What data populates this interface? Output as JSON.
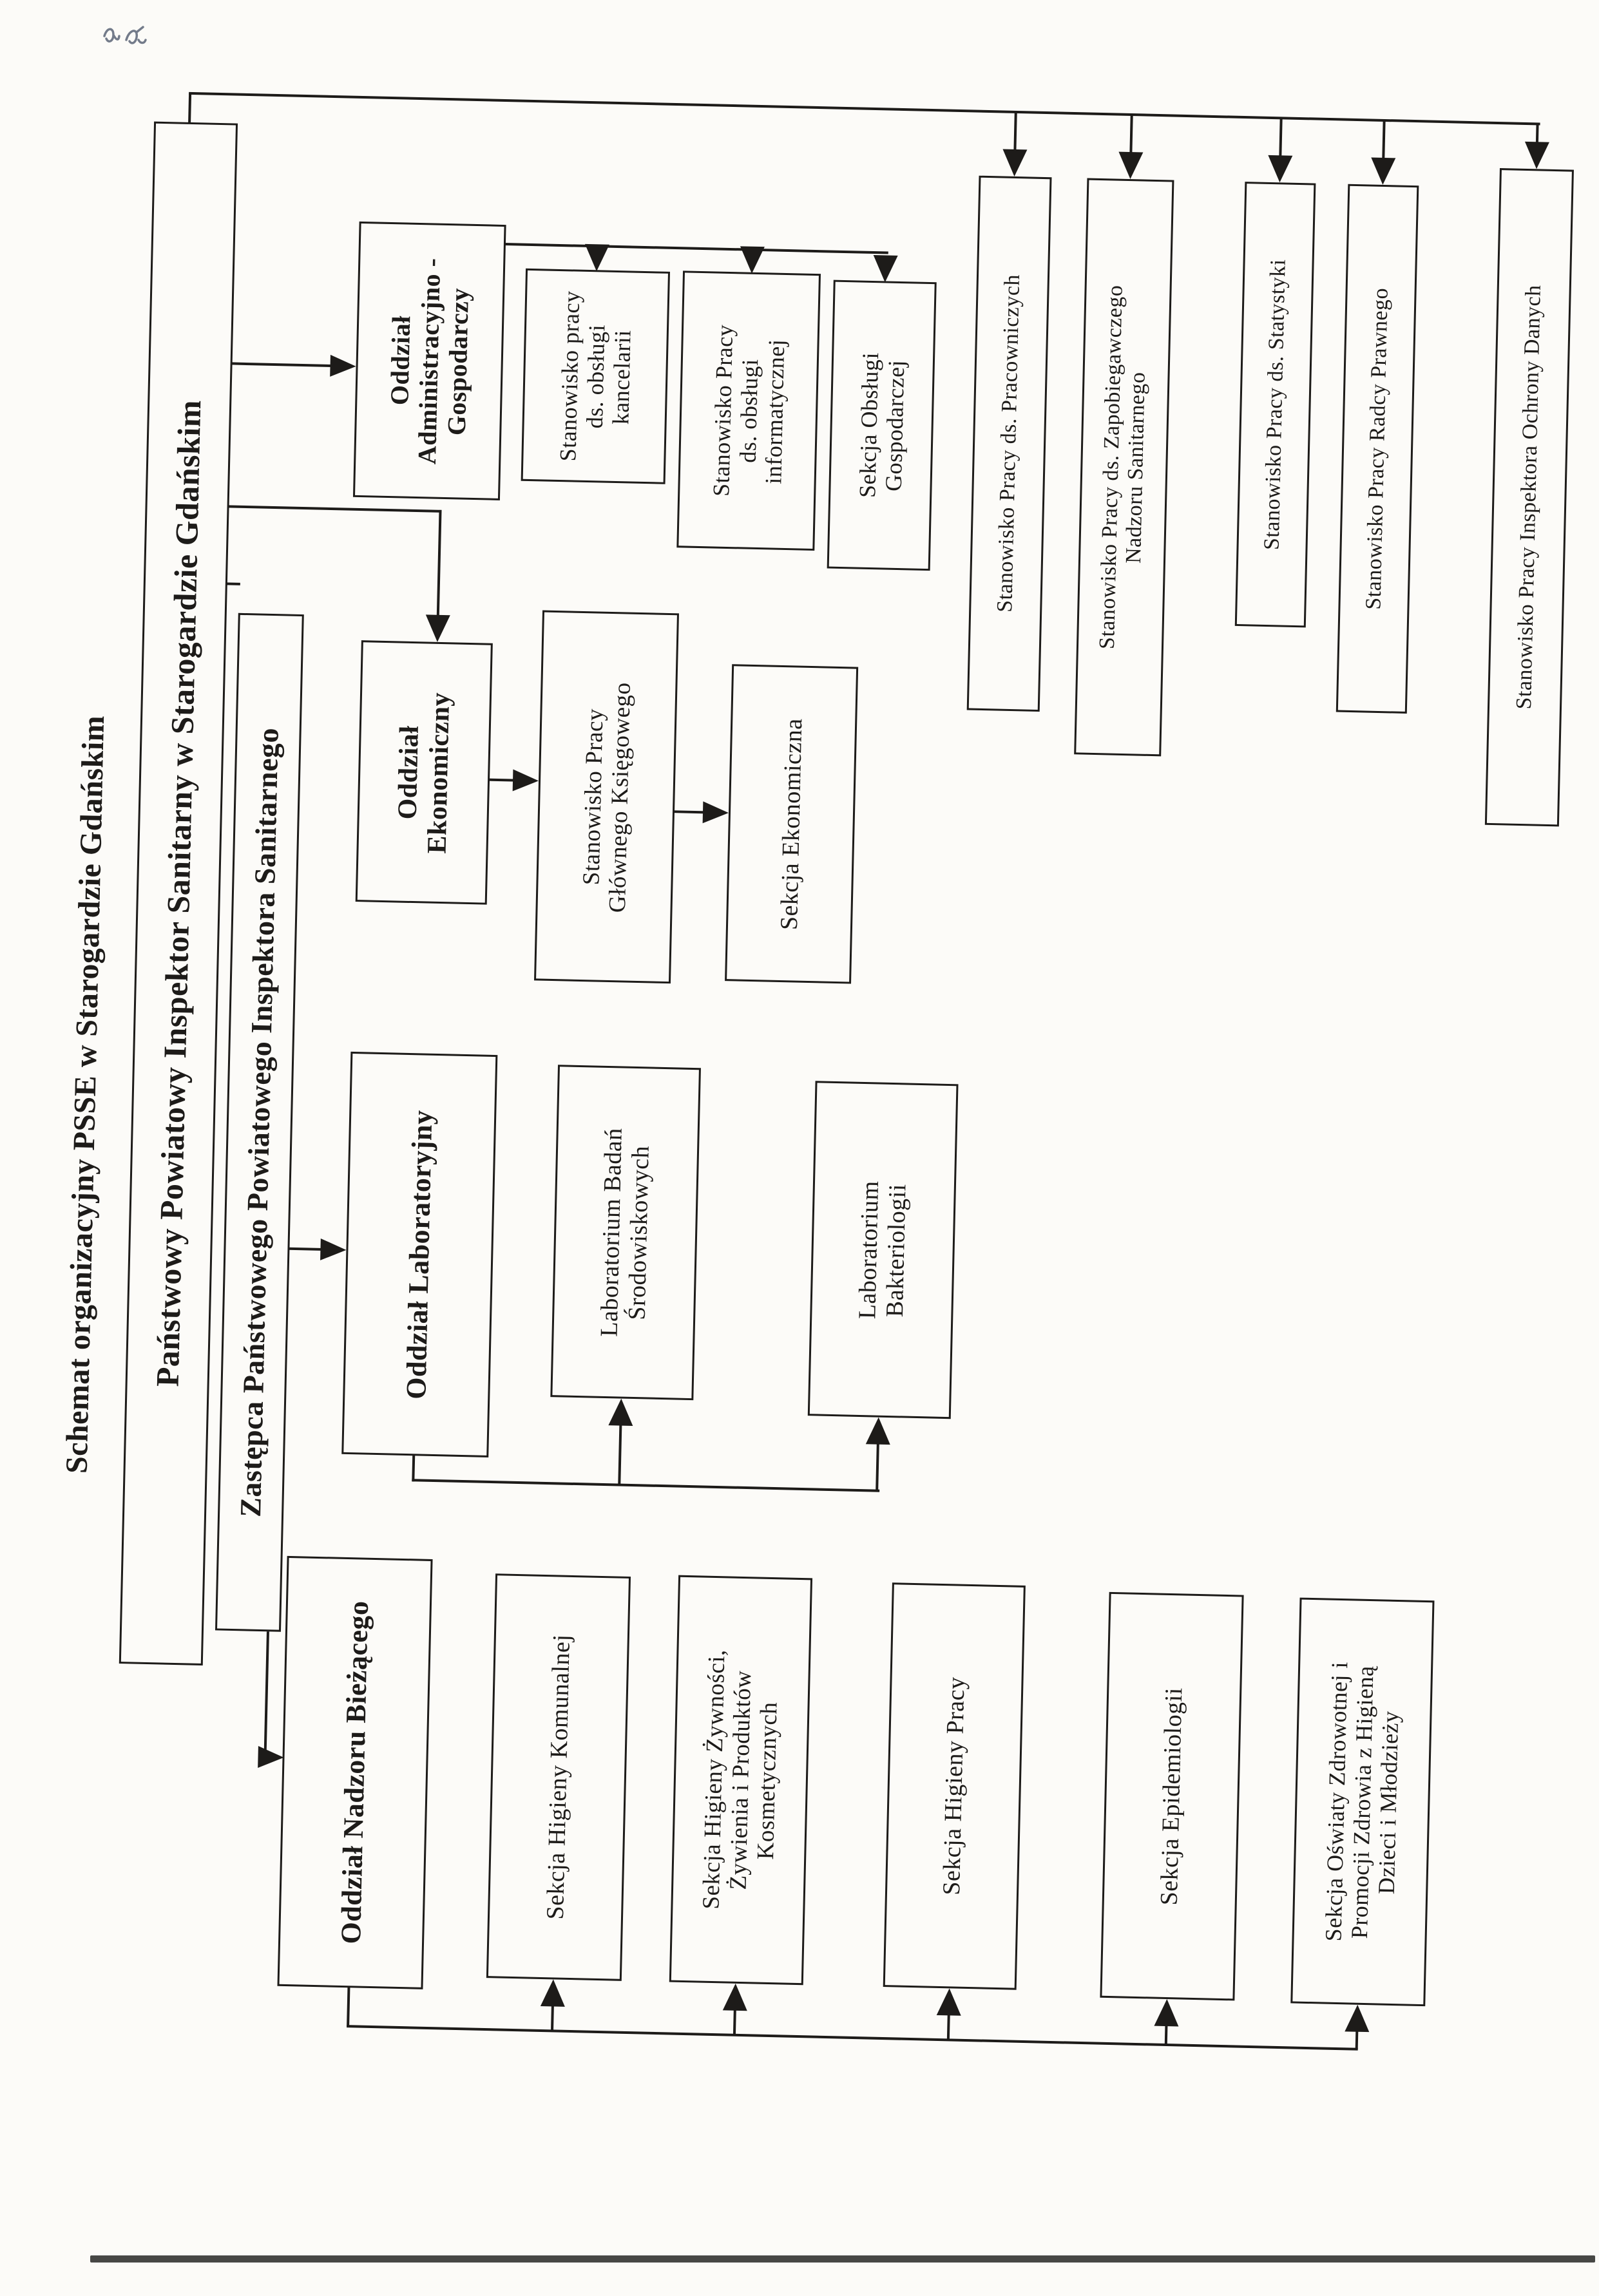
{
  "document": {
    "title": "Schemat organizacyjny PSSE w Starogardzie Gdańskim",
    "language": "pl",
    "type": "organizational-chart-scan"
  },
  "colors": {
    "ink": "#1d1b19",
    "paper": "#fcfbf8",
    "pen": "#5c6577"
  },
  "nodes": {
    "ppis": {
      "label": "Państwowy Powiatowy Inspektor Sanitarny w Starogardzie Gdańskim"
    },
    "zastepca": {
      "label": "Zastępca Państwowego Powiatowego Inspektora Sanitarnego"
    },
    "admin": {
      "label": "Oddział\nAdministracyjno -\nGospodarczy"
    },
    "kancelaria": {
      "label": "Stanowisko pracy\nds. obsługi\nkancelarii"
    },
    "informatyka": {
      "label": "Stanowisko Pracy\nds. obsługi\ninformatycznej"
    },
    "gospodarcza": {
      "label": "Sekcja Obsługi\nGospodarczej"
    },
    "ekonomiczny": {
      "label": "Oddział\nEkonomiczny"
    },
    "ksiegowy": {
      "label": "Stanowisko Pracy\nGłównego Księgowego"
    },
    "sekcja_ekonomiczna": {
      "label": "Sekcja Ekonomiczna"
    },
    "laboratoryjny": {
      "label": "Oddział Laboratoryjny"
    },
    "lab_srodowiskowe": {
      "label": "Laboratorium Badań\nŚrodowiskowych"
    },
    "lab_bakteriologia": {
      "label": "Laboratorium\nBakteriologii"
    },
    "nadzor": {
      "label": "Oddział Nadzoru Bieżącego"
    },
    "hig_komunalna": {
      "label": "Sekcja Higieny Komunalnej"
    },
    "hig_zywnosci": {
      "label": "Sekcja Higieny Żywności,\nŻywienia i Produktów\nKosmetycznych"
    },
    "hig_pracy": {
      "label": "Sekcja Higieny Pracy"
    },
    "epidemiologia": {
      "label": "Sekcja Epidemiologii"
    },
    "oswiata": {
      "label": "Sekcja Oświaty Zdrowotnej i\nPromocji Zdrowia z Higieną\nDzieci i Młodzieży"
    },
    "st_pracownicze": {
      "label": "Stanowisko Pracy ds. Pracowniczych"
    },
    "st_zapobiegawczy": {
      "label": "Stanowisko Pracy ds. Zapobiegawczego\nNadzoru Sanitarnego"
    },
    "st_statystyka": {
      "label": "Stanowisko Pracy ds. Statystyki"
    },
    "st_radca": {
      "label": "Stanowisko Pracy Radcy Prawnego"
    },
    "st_iod": {
      "label": "Stanowisko Pracy Inspektora Ochrony Danych"
    }
  },
  "edges": [
    {
      "from": "ppis",
      "to": "zastepca"
    },
    {
      "from": "ppis",
      "to": "admin"
    },
    {
      "from": "ppis",
      "to": "ekonomiczny"
    },
    {
      "from": "ppis",
      "to": "st_pracownicze"
    },
    {
      "from": "ppis",
      "to": "st_zapobiegawczy"
    },
    {
      "from": "ppis",
      "to": "st_statystyka"
    },
    {
      "from": "ppis",
      "to": "st_radca"
    },
    {
      "from": "ppis",
      "to": "st_iod"
    },
    {
      "from": "admin",
      "to": "kancelaria"
    },
    {
      "from": "admin",
      "to": "informatyka"
    },
    {
      "from": "admin",
      "to": "gospodarcza"
    },
    {
      "from": "ekonomiczny",
      "to": "ksiegowy"
    },
    {
      "from": "ksiegowy",
      "to": "sekcja_ekonomiczna"
    },
    {
      "from": "zastepca",
      "to": "laboratoryjny"
    },
    {
      "from": "laboratoryjny",
      "to": "lab_srodowiskowe"
    },
    {
      "from": "laboratoryjny",
      "to": "lab_bakteriologia"
    },
    {
      "from": "zastepca",
      "to": "nadzor"
    },
    {
      "from": "nadzor",
      "to": "hig_komunalna"
    },
    {
      "from": "nadzor",
      "to": "hig_zywnosci"
    },
    {
      "from": "nadzor",
      "to": "hig_pracy"
    },
    {
      "from": "nadzor",
      "to": "epidemiologia"
    },
    {
      "from": "nadzor",
      "to": "oswiata"
    }
  ]
}
